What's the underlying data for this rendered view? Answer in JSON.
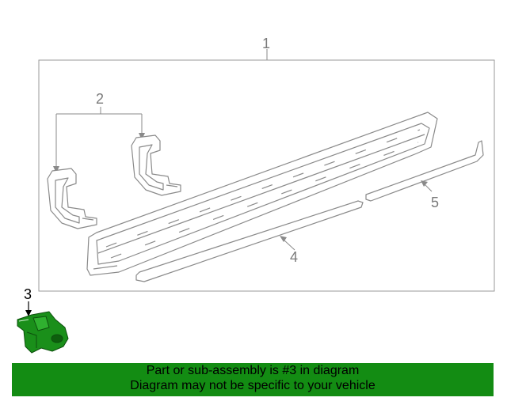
{
  "colors": {
    "banner_bg": "#138C13",
    "highlight_part": "#1a8f1a",
    "line": "#8a8a8a",
    "frame": "#9a9a9a"
  },
  "callouts": {
    "part_1": "1",
    "part_2": "2",
    "part_3": "3",
    "part_4": "4",
    "part_5": "5"
  },
  "banner": {
    "line1": "Part or sub-assembly is #3 in diagram",
    "line2": "Diagram may not be specific to your vehicle"
  }
}
